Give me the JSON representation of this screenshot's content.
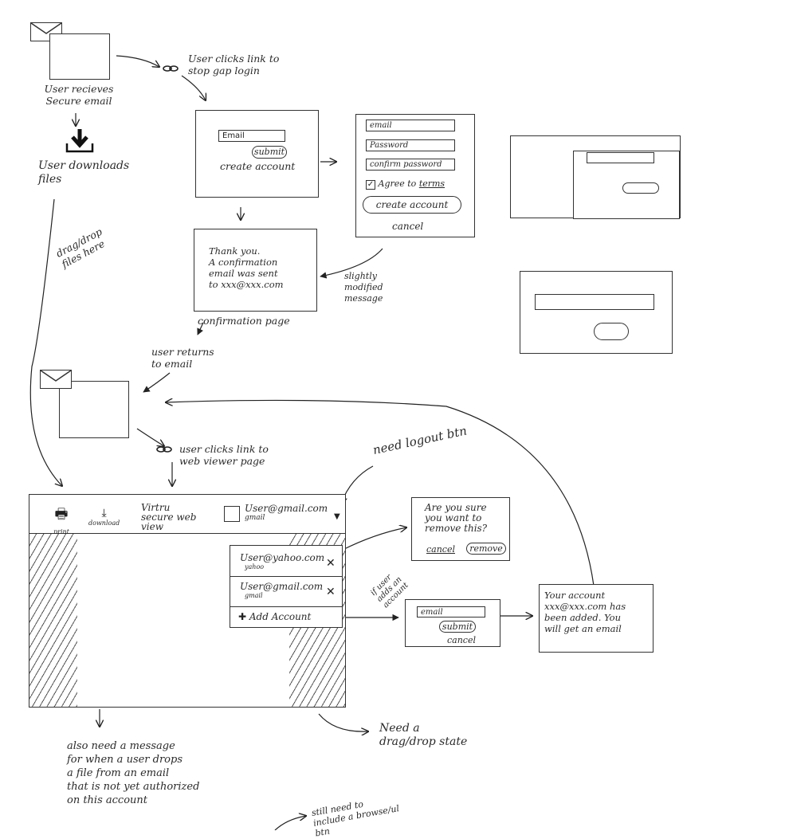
{
  "step1": {
    "label": "User recieves\nSecure email"
  },
  "step1_link": {
    "label": "User clicks link to\nstop gap login"
  },
  "download": {
    "label": "User downloads\nfiles"
  },
  "dragdrop": {
    "label": "drag/drop\nfiles here"
  },
  "login_card": {
    "email_placeholder": "Email",
    "submit": "submit",
    "create": "create account"
  },
  "signup_card": {
    "email": "email",
    "password": "Password",
    "confirm": "confirm password",
    "agree": "Agree to",
    "terms": "terms",
    "create": "create account",
    "cancel": "cancel"
  },
  "signup_note": {
    "label": "slightly\nmodified\nmessage"
  },
  "thanks_card": {
    "text": "Thank you.\nA confirmation\nemail was sent\nto xxx@xxx.com"
  },
  "confirm_caption": {
    "label": "confirmation page"
  },
  "return_note": {
    "label": "user returns\nto email"
  },
  "viewer_link": {
    "label": "user clicks link to\nweb viewer page"
  },
  "logout_note": {
    "label": "need logout btn"
  },
  "viewer": {
    "print": "print",
    "download": "download",
    "title": "Virtru\nsecure web\nview",
    "account_email": "User@gmail.com",
    "account_sub": "gmail"
  },
  "dropdown": {
    "items": [
      {
        "email": "User@yahoo.com",
        "sub": "yahoo"
      },
      {
        "email": "User@gmail.com",
        "sub": "gmail"
      }
    ],
    "add": "Add Account"
  },
  "remove_dialog": {
    "text": "Are you sure\nyou want to\nremove this?",
    "cancel": "cancel",
    "remove": "remove"
  },
  "if_user_note": {
    "label": "if user\nadds an\naccount"
  },
  "add_card": {
    "email": "email",
    "submit": "submit",
    "cancel": "cancel"
  },
  "added_card": {
    "text": "Your account\nxxx@xxx.com has\nbeen added. You\nwill get an email"
  },
  "dragdrop_state": {
    "label": "Need a\ndrag/drop state"
  },
  "bottom_note": {
    "label": "also need a message\nfor when a user drops\na file from an email\nthat is not yet authorized\non this account"
  },
  "browse_note": {
    "label": "still need to\ninclude a browse/ul\nbtn"
  }
}
